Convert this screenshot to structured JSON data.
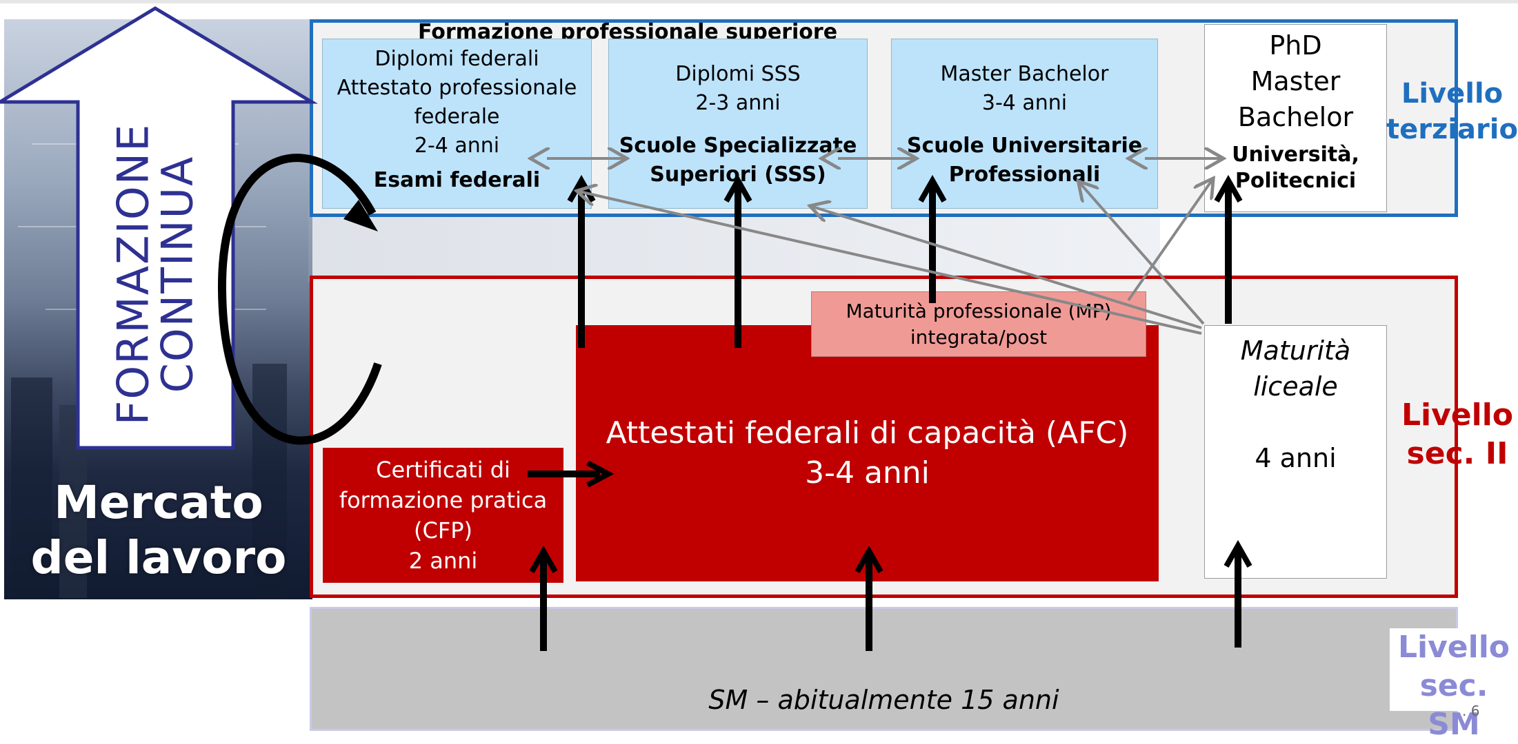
{
  "side": {
    "formazione_continua": "FORMAZIONE CONTINUA",
    "mercato_line1": "Mercato",
    "mercato_line2": "del lavoro"
  },
  "levels": {
    "terziario_line1": "Livello",
    "terziario_line2": "terziario",
    "sec2_line1": "Livello",
    "sec2_line2": "sec. II",
    "sm_line1": "Livello",
    "sm_line2": "sec.  SM"
  },
  "tertiary": {
    "section_title": "Formazione professionale superiore",
    "federali": {
      "l1": "Diplomi federali",
      "l2": "Attestato professionale",
      "l3": "federale",
      "l4": "2-4 anni",
      "l5": "Esami federali"
    },
    "sss": {
      "l1": "Diplomi SSS",
      "l2": "2-3 anni",
      "l3": "Scuole Specializzate",
      "l4": "Superiori (SSS)"
    },
    "sup": {
      "l1": "Master Bachelor",
      "l2": "3-4 anni",
      "l3": "Scuole Universitarie",
      "l4": "Professionali"
    },
    "uni": {
      "l1": "PhD",
      "l2": "Master",
      "l3": "Bachelor",
      "l4": "Università,",
      "l5": "Politecnici"
    }
  },
  "secondary": {
    "mp_l1": "Maturità professionale (MP)",
    "mp_l2": "integrata/post",
    "afc_l1": "Attestati federali di capacità (AFC)",
    "afc_l2": "3-4 anni",
    "cfp_l1": "Certificati di",
    "cfp_l2": "formazione pratica",
    "cfp_l3": "(CFP)",
    "cfp_l4": "2 anni",
    "mat_l1": "Maturità",
    "mat_l2": "liceale",
    "mat_l3": "4 anni"
  },
  "base": {
    "sm_text": "SM – abitualmente 15 anni",
    "page_num": ". 6"
  },
  "colors": {
    "tertiary_border": "#1f6fbf",
    "sec2_border": "#c00000",
    "sm_border": "#c9c9e8",
    "light_blue": "#bde3fb",
    "dark_red": "#c00000",
    "salmon": "#f09a96",
    "navy": "#2e3192",
    "level_blue": "#1f6fbf",
    "level_red": "#c00000",
    "level_lav": "#8a8ad6"
  }
}
